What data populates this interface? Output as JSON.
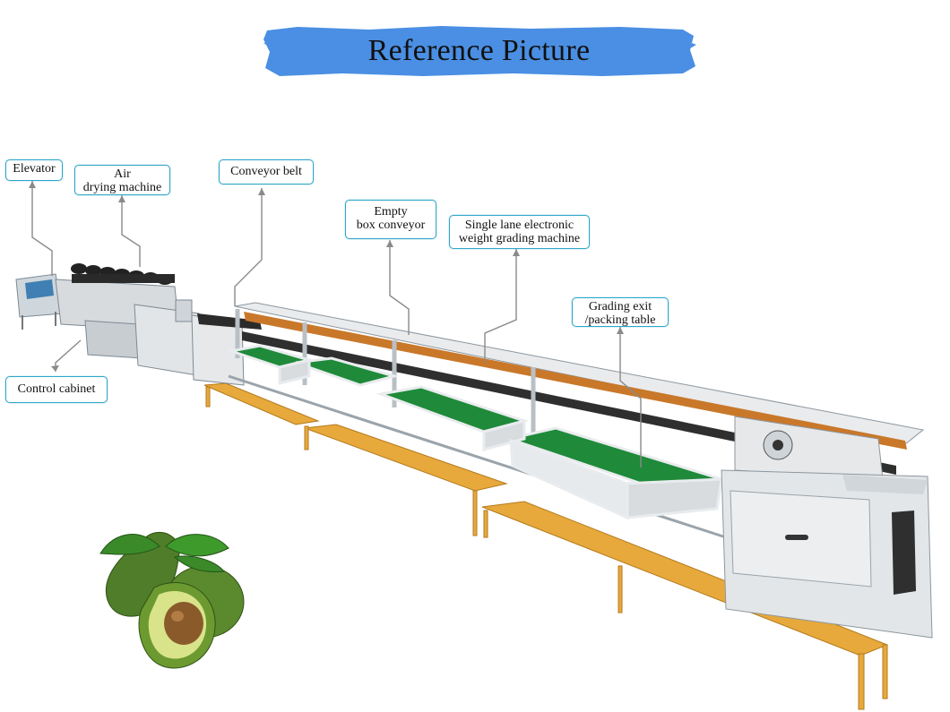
{
  "title": "Reference Picture",
  "labels": {
    "elevator": "Elevator",
    "air_line1": "Air",
    "air_line2": "drying machine",
    "conveyor_belt": "Conveyor belt",
    "empty_line1": "Empty",
    "empty_line2": "box conveyor",
    "single_line1": "Single lane electronic",
    "single_line2": "weight grading machine",
    "grading_line1": "Grading exit",
    "grading_line2": "/packing table",
    "control_cabinet": "Control cabinet"
  },
  "colors": {
    "banner_blue": "#4a8fe3",
    "label_border": "#2fa6c9",
    "machine_grey": "#d9dcdc",
    "tray_green": "#1f8a3a",
    "bench_orange": "#e7a93c",
    "avocado_skin": "#4f7d2a",
    "avocado_flesh": "#d8e38a",
    "avocado_pit": "#8a5a2b"
  }
}
